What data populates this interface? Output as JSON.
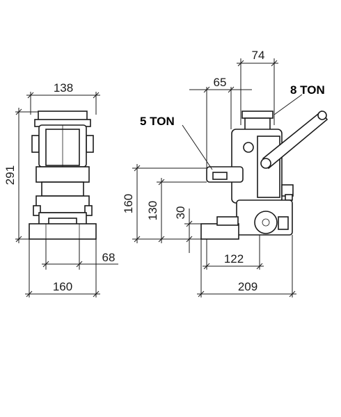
{
  "dimensions": {
    "front_top_width": "138",
    "front_height": "291",
    "front_base_inner": "68",
    "front_base_outer": "160",
    "side_top_74": "74",
    "side_top_65": "65",
    "side_height_160": "160",
    "side_height_130": "130",
    "side_height_30": "30",
    "side_base_122": "122",
    "side_base_209": "209"
  },
  "labels": {
    "ton8": "8 TON",
    "ton5": "5 TON"
  }
}
